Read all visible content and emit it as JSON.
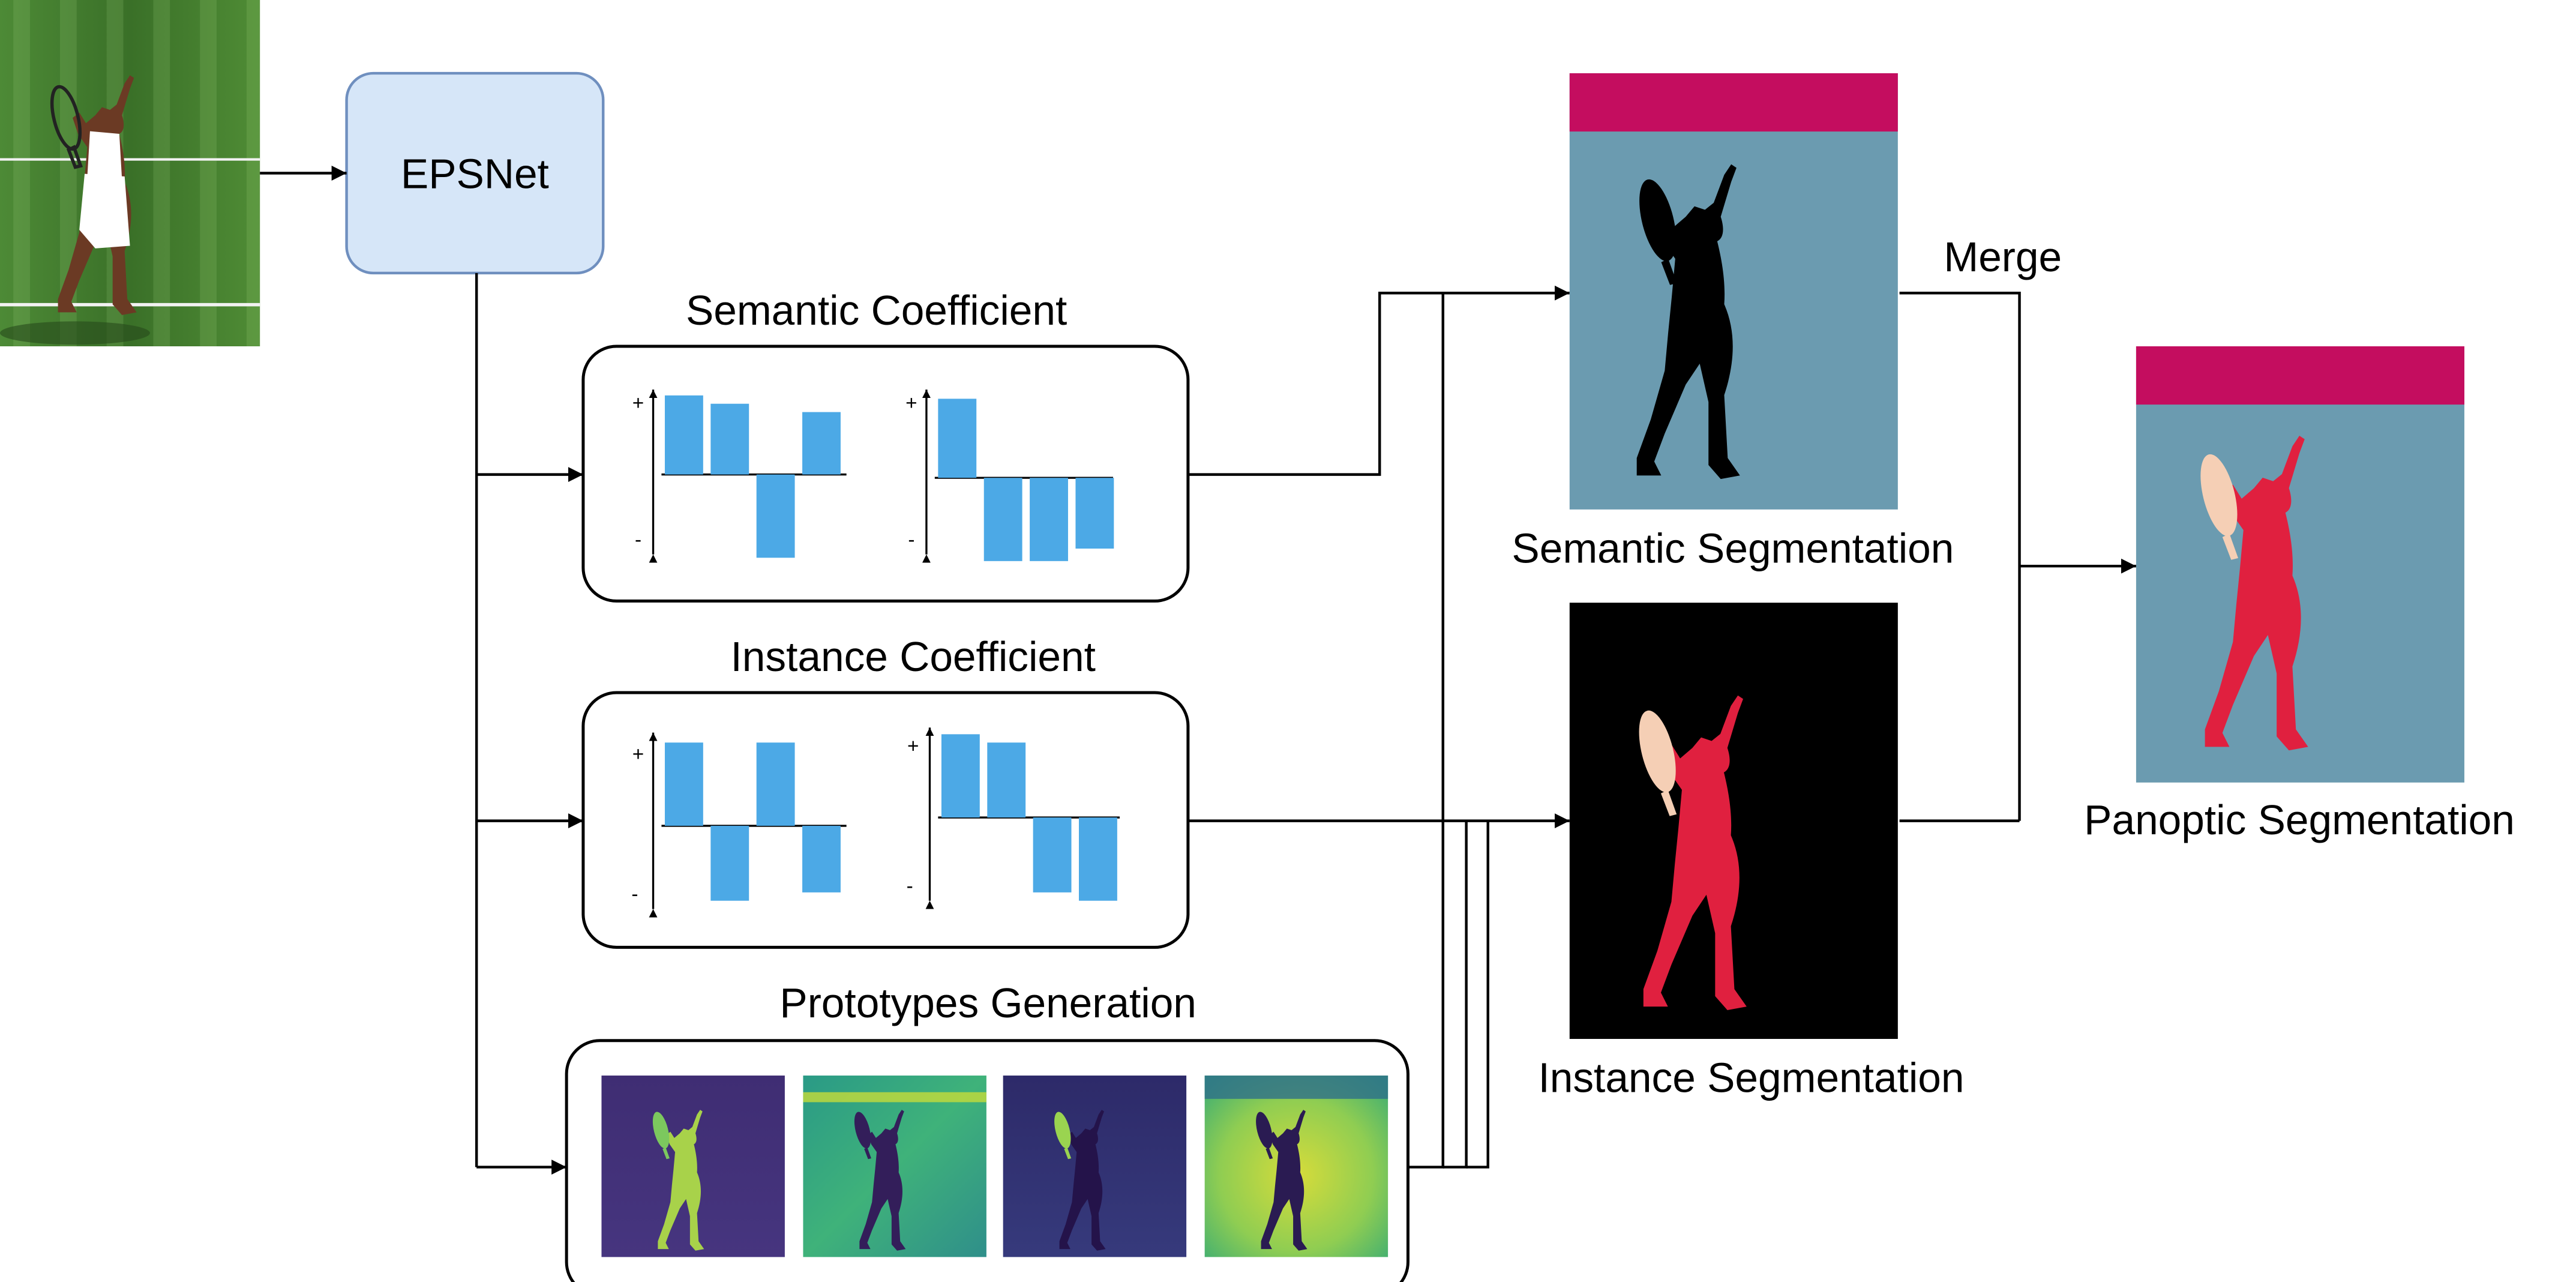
{
  "encoder": {
    "label": "EPSNet",
    "fill": "#d6e6f8",
    "stroke": "#6f8fbf"
  },
  "semantic_coefficient": {
    "title": "Semantic Coefficient",
    "plus": "+",
    "minus": "-",
    "groups": [
      [
        0.95,
        0.85,
        -1.0,
        0.75
      ],
      [
        0.95,
        -1.0,
        -1.0,
        -0.85
      ]
    ]
  },
  "instance_coefficient": {
    "title": "Instance Coefficient",
    "plus": "+",
    "minus": "-",
    "groups": [
      [
        1.0,
        -0.9,
        1.0,
        -0.8
      ],
      [
        1.0,
        0.9,
        -0.9,
        -1.0
      ]
    ]
  },
  "prototypes": {
    "title": "Prototypes Generation",
    "count": 4
  },
  "semantic_segmentation": {
    "label": "Semantic Segmentation"
  },
  "instance_segmentation": {
    "label": "Instance Segmentation"
  },
  "panoptic_segmentation": {
    "label": "Panoptic Segmentation"
  },
  "merge": {
    "label": "Merge"
  },
  "colors": {
    "bar": "#4ca9e6",
    "stuff_bg": "#6b9bb0",
    "sky_band": "#c40d5f",
    "person": "#e0203f",
    "racket": "#f5cfb5",
    "silhouette": "#000000",
    "grass": "#3f7a2d"
  }
}
